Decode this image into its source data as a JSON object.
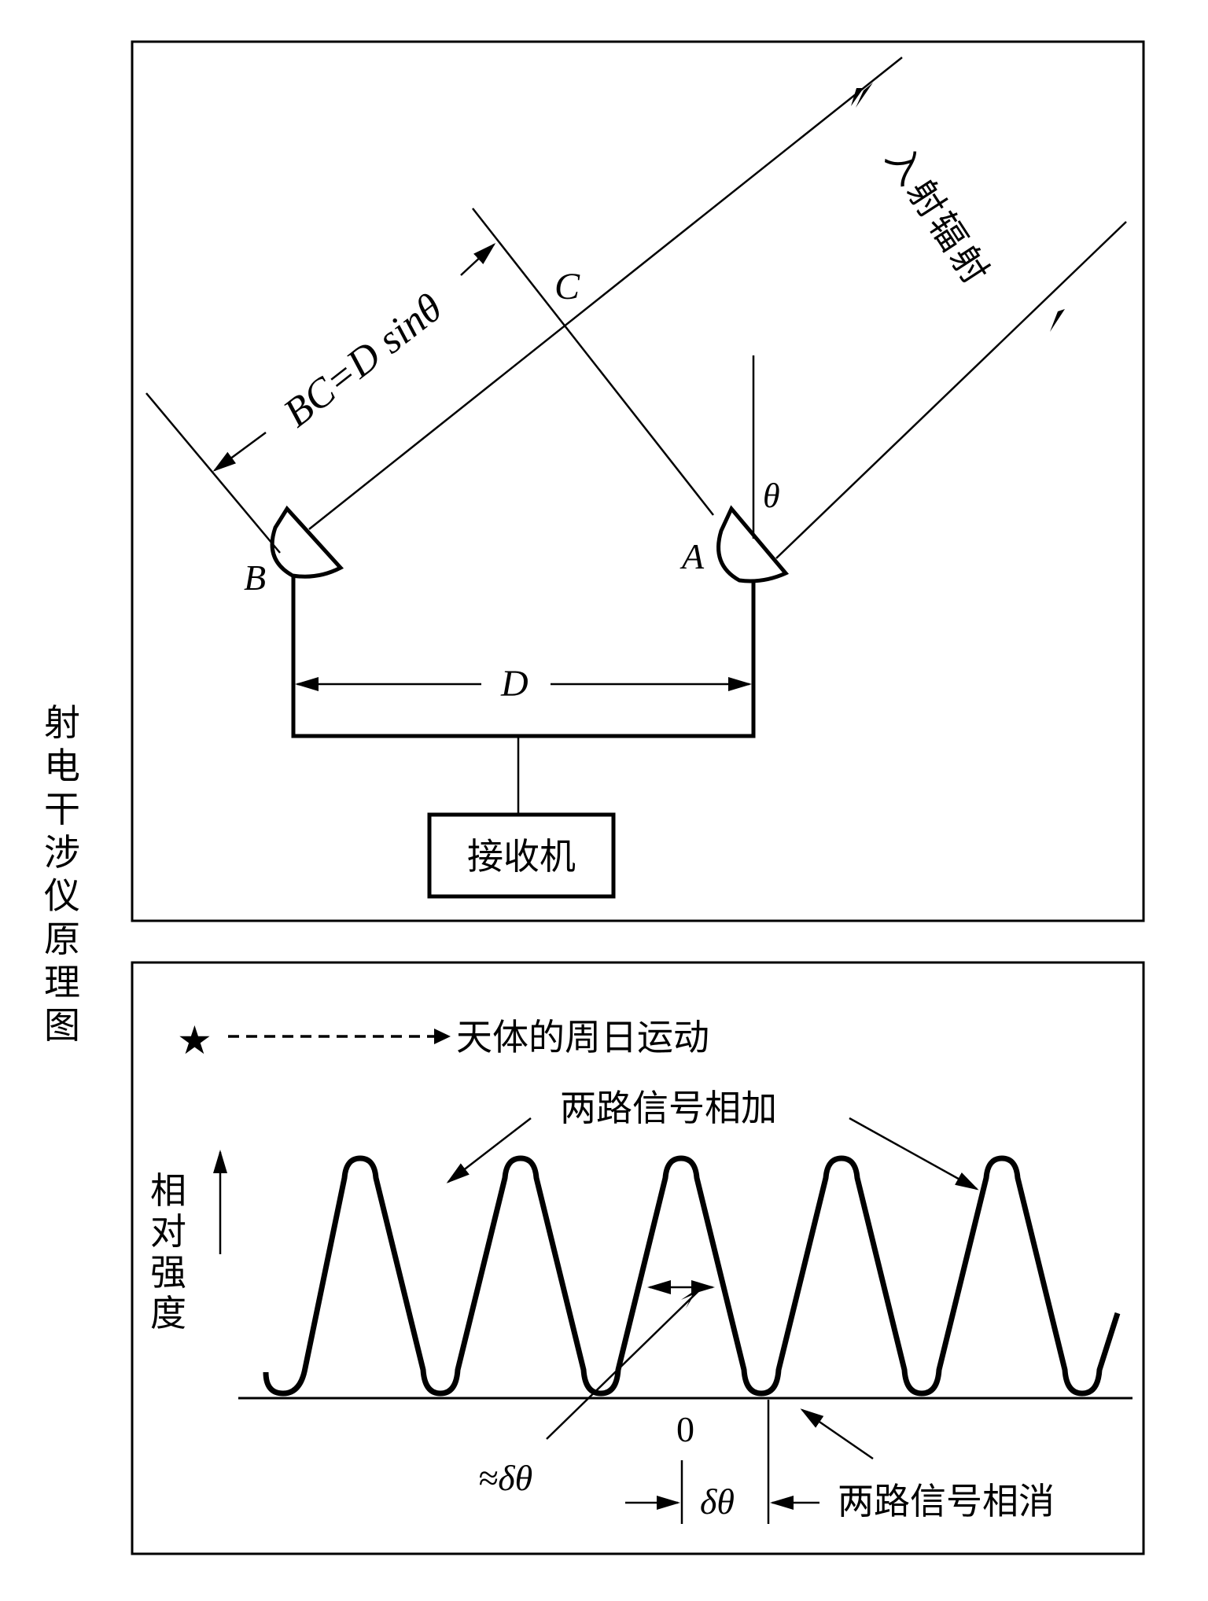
{
  "figure_title": "射电干涉仪原理图",
  "top_panel": {
    "incident_radiation_label": "入射辐射",
    "path_difference_label": "BC=D sinθ",
    "point_c_label": "C",
    "antenna_a_label": "A",
    "antenna_b_label": "B",
    "angle_label": "θ",
    "baseline_label": "D",
    "receiver_label": "接收机"
  },
  "bottom_panel": {
    "star_symbol": "★",
    "diurnal_motion_label": "天体的周日运动",
    "signals_add_label": "两路信号相加",
    "signals_cancel_label": "两路信号相消",
    "y_axis_label": "相对强度",
    "origin_label": "0",
    "fringe_width_approx_label": "≈δθ",
    "fringe_spacing_label": "δθ",
    "fringe_count_peaks": 5
  }
}
